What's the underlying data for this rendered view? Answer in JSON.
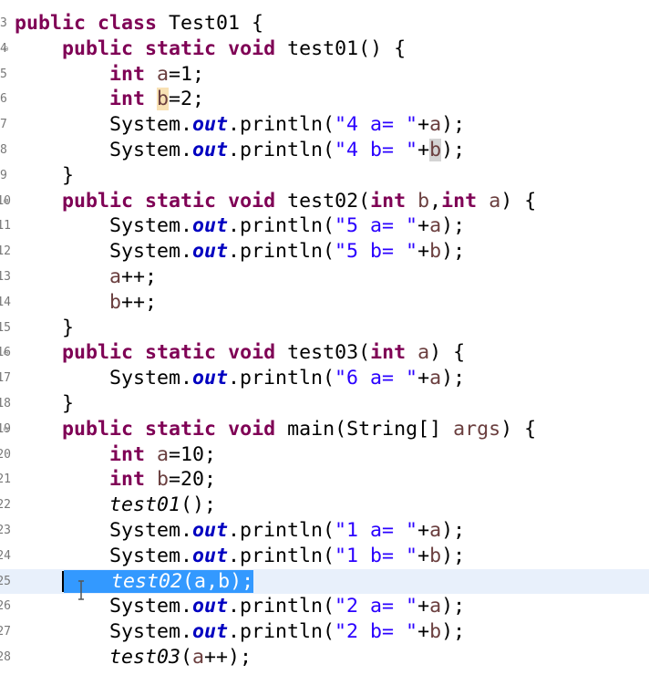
{
  "editor": {
    "lines": [
      {
        "num": "3",
        "fold": false,
        "indent": 0,
        "tokens": [
          {
            "t": "kw",
            "v": "public"
          },
          {
            "t": "plain",
            "v": " "
          },
          {
            "t": "kw",
            "v": "class"
          },
          {
            "t": "plain",
            "v": " Test01 {"
          }
        ]
      },
      {
        "num": "4",
        "fold": true,
        "indent": 1,
        "tokens": [
          {
            "t": "kw",
            "v": "public"
          },
          {
            "t": "plain",
            "v": " "
          },
          {
            "t": "kw",
            "v": "static"
          },
          {
            "t": "plain",
            "v": " "
          },
          {
            "t": "kw",
            "v": "void"
          },
          {
            "t": "plain",
            "v": " test01() {"
          }
        ]
      },
      {
        "num": "5",
        "fold": false,
        "indent": 2,
        "tokens": [
          {
            "t": "kw",
            "v": "int"
          },
          {
            "t": "plain",
            "v": " "
          },
          {
            "t": "var",
            "v": "a"
          },
          {
            "t": "plain",
            "v": "=1;"
          }
        ]
      },
      {
        "num": "6",
        "fold": false,
        "indent": 2,
        "tokens": [
          {
            "t": "kw",
            "v": "int"
          },
          {
            "t": "plain",
            "v": " "
          },
          {
            "t": "var-occ",
            "v": "b"
          },
          {
            "t": "plain",
            "v": "=2;"
          }
        ]
      },
      {
        "num": "7",
        "fold": false,
        "indent": 2,
        "tokens": [
          {
            "t": "plain",
            "v": "System."
          },
          {
            "t": "field",
            "v": "out"
          },
          {
            "t": "plain",
            "v": ".println("
          },
          {
            "t": "str",
            "v": "\"4 a= \""
          },
          {
            "t": "plain",
            "v": "+"
          },
          {
            "t": "var",
            "v": "a"
          },
          {
            "t": "plain",
            "v": ");"
          }
        ]
      },
      {
        "num": "8",
        "fold": false,
        "indent": 2,
        "tokens": [
          {
            "t": "plain",
            "v": "System."
          },
          {
            "t": "field",
            "v": "out"
          },
          {
            "t": "plain",
            "v": ".println("
          },
          {
            "t": "str",
            "v": "\"4 b= \""
          },
          {
            "t": "plain",
            "v": "+"
          },
          {
            "t": "var-occ-gray",
            "v": "b"
          },
          {
            "t": "plain",
            "v": ");"
          }
        ]
      },
      {
        "num": "9",
        "fold": false,
        "indent": 1,
        "tokens": [
          {
            "t": "plain",
            "v": "}"
          }
        ]
      },
      {
        "num": "10",
        "fold": true,
        "indent": 1,
        "tokens": [
          {
            "t": "kw",
            "v": "public"
          },
          {
            "t": "plain",
            "v": " "
          },
          {
            "t": "kw",
            "v": "static"
          },
          {
            "t": "plain",
            "v": " "
          },
          {
            "t": "kw",
            "v": "void"
          },
          {
            "t": "plain",
            "v": " test02("
          },
          {
            "t": "kw",
            "v": "int"
          },
          {
            "t": "plain",
            "v": " "
          },
          {
            "t": "var",
            "v": "b"
          },
          {
            "t": "plain",
            "v": ","
          },
          {
            "t": "kw",
            "v": "int"
          },
          {
            "t": "plain",
            "v": " "
          },
          {
            "t": "var",
            "v": "a"
          },
          {
            "t": "plain",
            "v": ") {"
          }
        ]
      },
      {
        "num": "11",
        "fold": false,
        "indent": 2,
        "tokens": [
          {
            "t": "plain",
            "v": "System."
          },
          {
            "t": "field",
            "v": "out"
          },
          {
            "t": "plain",
            "v": ".println("
          },
          {
            "t": "str",
            "v": "\"5 a= \""
          },
          {
            "t": "plain",
            "v": "+"
          },
          {
            "t": "var",
            "v": "a"
          },
          {
            "t": "plain",
            "v": ");"
          }
        ]
      },
      {
        "num": "12",
        "fold": false,
        "indent": 2,
        "tokens": [
          {
            "t": "plain",
            "v": "System."
          },
          {
            "t": "field",
            "v": "out"
          },
          {
            "t": "plain",
            "v": ".println("
          },
          {
            "t": "str",
            "v": "\"5 b= \""
          },
          {
            "t": "plain",
            "v": "+"
          },
          {
            "t": "var",
            "v": "b"
          },
          {
            "t": "plain",
            "v": ");"
          }
        ]
      },
      {
        "num": "13",
        "fold": false,
        "indent": 2,
        "tokens": [
          {
            "t": "var",
            "v": "a"
          },
          {
            "t": "plain",
            "v": "++;"
          }
        ]
      },
      {
        "num": "14",
        "fold": false,
        "indent": 2,
        "tokens": [
          {
            "t": "var",
            "v": "b"
          },
          {
            "t": "plain",
            "v": "++;"
          }
        ]
      },
      {
        "num": "15",
        "fold": false,
        "indent": 1,
        "tokens": [
          {
            "t": "plain",
            "v": "}"
          }
        ]
      },
      {
        "num": "16",
        "fold": true,
        "indent": 1,
        "tokens": [
          {
            "t": "kw",
            "v": "public"
          },
          {
            "t": "plain",
            "v": " "
          },
          {
            "t": "kw",
            "v": "static"
          },
          {
            "t": "plain",
            "v": " "
          },
          {
            "t": "kw",
            "v": "void"
          },
          {
            "t": "plain",
            "v": " test03("
          },
          {
            "t": "kw",
            "v": "int"
          },
          {
            "t": "plain",
            "v": " "
          },
          {
            "t": "var",
            "v": "a"
          },
          {
            "t": "plain",
            "v": ") {"
          }
        ]
      },
      {
        "num": "17",
        "fold": false,
        "indent": 2,
        "tokens": [
          {
            "t": "plain",
            "v": "System."
          },
          {
            "t": "field",
            "v": "out"
          },
          {
            "t": "plain",
            "v": ".println("
          },
          {
            "t": "str",
            "v": "\"6 a= \""
          },
          {
            "t": "plain",
            "v": "+"
          },
          {
            "t": "var",
            "v": "a"
          },
          {
            "t": "plain",
            "v": ");"
          }
        ]
      },
      {
        "num": "18",
        "fold": false,
        "indent": 1,
        "tokens": [
          {
            "t": "plain",
            "v": "}"
          }
        ]
      },
      {
        "num": "19",
        "fold": true,
        "indent": 1,
        "tokens": [
          {
            "t": "kw",
            "v": "public"
          },
          {
            "t": "plain",
            "v": " "
          },
          {
            "t": "kw",
            "v": "static"
          },
          {
            "t": "plain",
            "v": " "
          },
          {
            "t": "kw",
            "v": "void"
          },
          {
            "t": "plain",
            "v": " main(String[] "
          },
          {
            "t": "var",
            "v": "args"
          },
          {
            "t": "plain",
            "v": ") {"
          }
        ]
      },
      {
        "num": "20",
        "fold": false,
        "indent": 2,
        "tokens": [
          {
            "t": "kw",
            "v": "int"
          },
          {
            "t": "plain",
            "v": " "
          },
          {
            "t": "var",
            "v": "a"
          },
          {
            "t": "plain",
            "v": "=10;"
          }
        ]
      },
      {
        "num": "21",
        "fold": false,
        "indent": 2,
        "tokens": [
          {
            "t": "kw",
            "v": "int"
          },
          {
            "t": "plain",
            "v": " "
          },
          {
            "t": "var",
            "v": "b"
          },
          {
            "t": "plain",
            "v": "=20;"
          }
        ]
      },
      {
        "num": "22",
        "fold": false,
        "indent": 2,
        "tokens": [
          {
            "t": "method",
            "v": "test01"
          },
          {
            "t": "plain",
            "v": "();"
          }
        ]
      },
      {
        "num": "23",
        "fold": false,
        "indent": 2,
        "tokens": [
          {
            "t": "plain",
            "v": "System."
          },
          {
            "t": "field",
            "v": "out"
          },
          {
            "t": "plain",
            "v": ".println("
          },
          {
            "t": "str",
            "v": "\"1 a= \""
          },
          {
            "t": "plain",
            "v": "+"
          },
          {
            "t": "var",
            "v": "a"
          },
          {
            "t": "plain",
            "v": ");"
          }
        ]
      },
      {
        "num": "24",
        "fold": false,
        "indent": 2,
        "tokens": [
          {
            "t": "plain",
            "v": "System."
          },
          {
            "t": "field",
            "v": "out"
          },
          {
            "t": "plain",
            "v": ".println("
          },
          {
            "t": "str",
            "v": "\"1 b= \""
          },
          {
            "t": "plain",
            "v": "+"
          },
          {
            "t": "var",
            "v": "b"
          },
          {
            "t": "plain",
            "v": ");"
          }
        ]
      },
      {
        "num": "25",
        "fold": false,
        "indent": 2,
        "current": true,
        "selectedLead": "        ",
        "tokens": [
          {
            "t": "method-sel",
            "v": "test02"
          },
          {
            "t": "sel",
            "v": "("
          },
          {
            "t": "var-sel",
            "v": "a"
          },
          {
            "t": "sel",
            "v": ","
          },
          {
            "t": "var-sel",
            "v": "b"
          },
          {
            "t": "sel",
            "v": ");"
          }
        ]
      },
      {
        "num": "26",
        "fold": false,
        "indent": 2,
        "tokens": [
          {
            "t": "plain",
            "v": "System."
          },
          {
            "t": "field",
            "v": "out"
          },
          {
            "t": "plain",
            "v": ".println("
          },
          {
            "t": "str",
            "v": "\"2 a= \""
          },
          {
            "t": "plain",
            "v": "+"
          },
          {
            "t": "var",
            "v": "a"
          },
          {
            "t": "plain",
            "v": ");"
          }
        ]
      },
      {
        "num": "27",
        "fold": false,
        "indent": 2,
        "tokens": [
          {
            "t": "plain",
            "v": "System."
          },
          {
            "t": "field",
            "v": "out"
          },
          {
            "t": "plain",
            "v": ".println("
          },
          {
            "t": "str",
            "v": "\"2 b= \""
          },
          {
            "t": "plain",
            "v": "+"
          },
          {
            "t": "var",
            "v": "b"
          },
          {
            "t": "plain",
            "v": ");"
          }
        ]
      },
      {
        "num": "28",
        "fold": false,
        "indent": 2,
        "tokens": [
          {
            "t": "method",
            "v": "test03"
          },
          {
            "t": "plain",
            "v": "("
          },
          {
            "t": "var",
            "v": "a"
          },
          {
            "t": "plain",
            "v": "++);"
          }
        ]
      }
    ],
    "fold_glyph": "⊖",
    "cursor_icon": "text-cursor-icon"
  }
}
